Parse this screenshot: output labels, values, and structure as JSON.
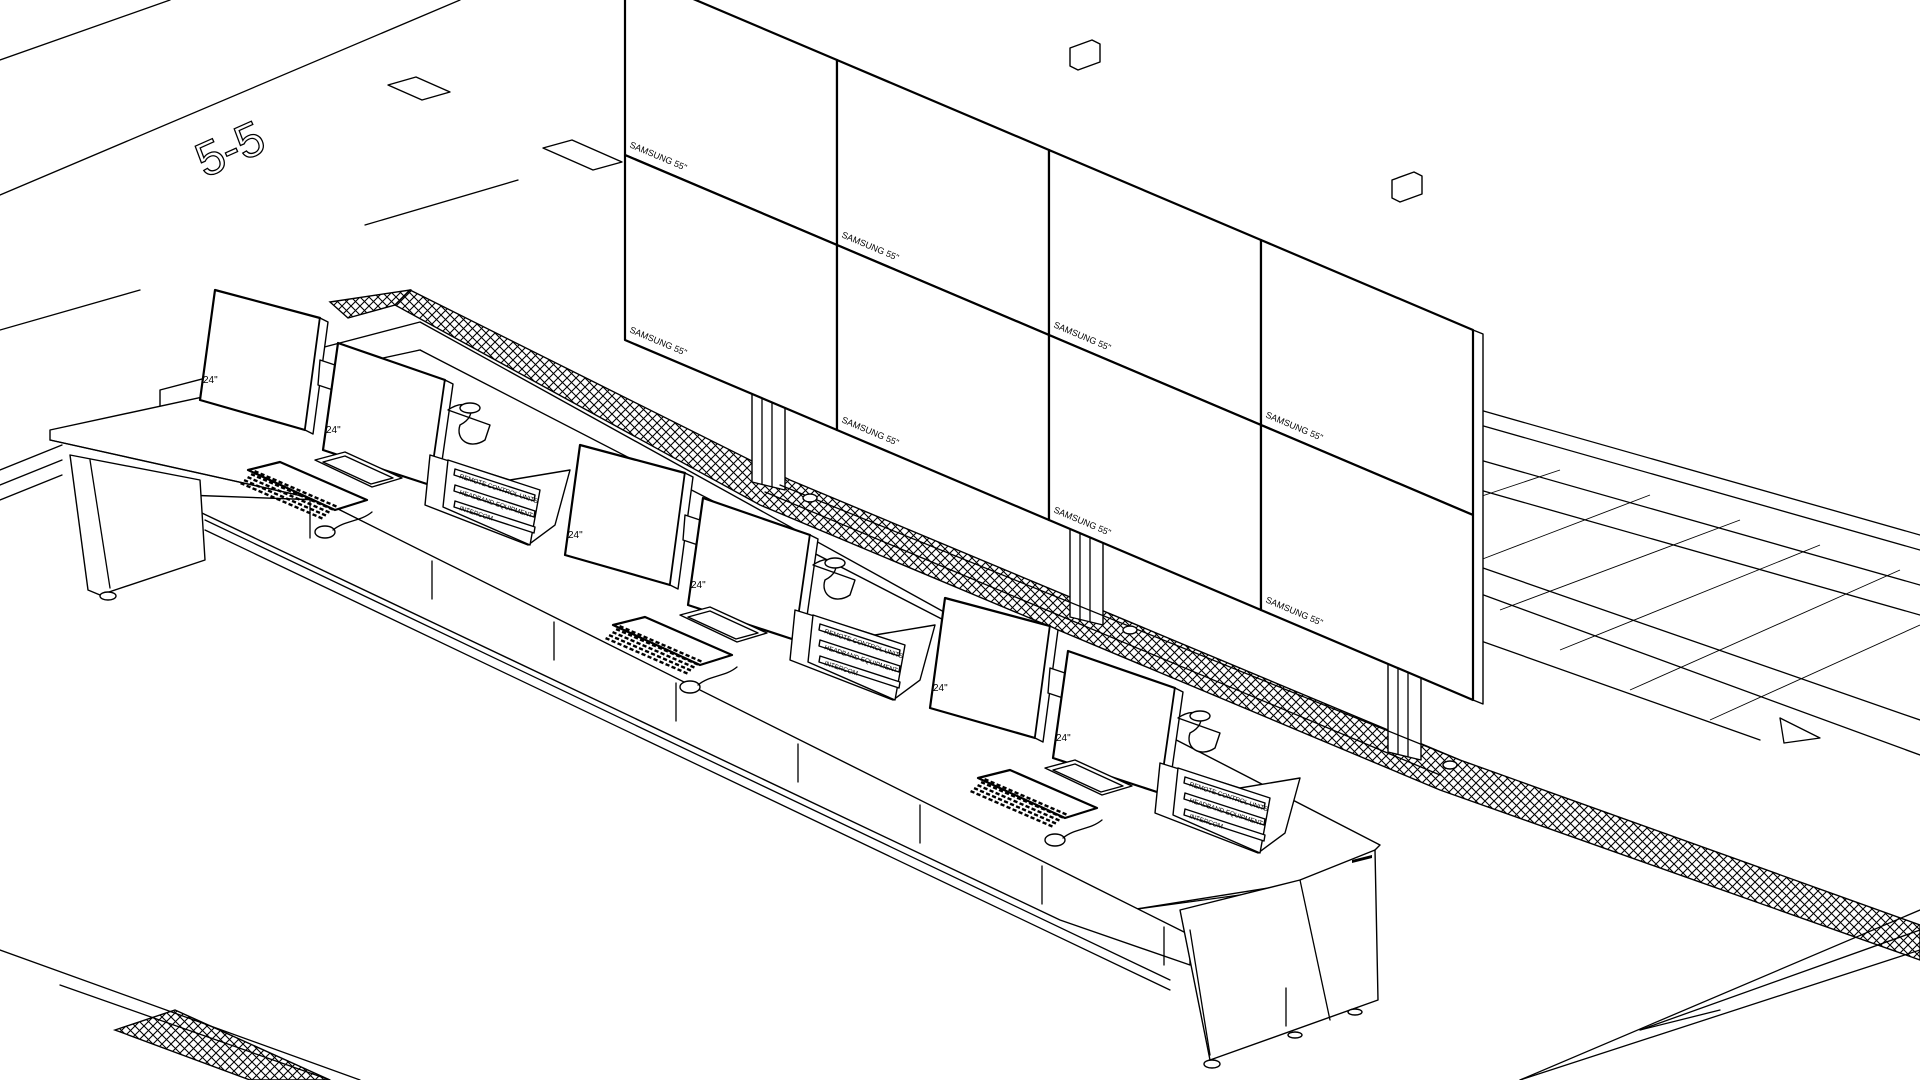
{
  "drawing": {
    "type": "isometric control room console layout",
    "floor_marking": "5-5",
    "video_wall": {
      "panel_label": "SAMSUNG 55\"",
      "rows": 2,
      "cols": 4
    },
    "workstations": [
      {
        "monitor_a": "24\"",
        "monitor_b": "24\"",
        "equipment_labels": [
          "REMOTE CONTROL UNITS",
          "HEADBAND EQUIPMENT",
          "INTERCOM"
        ]
      },
      {
        "monitor_a": "24\"",
        "monitor_b": "24\"",
        "equipment_labels": [
          "REMOTE CONTROL UNITS",
          "HEADBAND EQUIPMENT",
          "INTERCOM"
        ]
      },
      {
        "monitor_a": "24\"",
        "monitor_b": "24\"",
        "equipment_labels": [
          "REMOTE CONTROL UNITS",
          "HEADBAND EQUIPMENT",
          "INTERCOM"
        ]
      }
    ]
  },
  "colors": {
    "line": "#000000",
    "background": "#ffffff"
  }
}
